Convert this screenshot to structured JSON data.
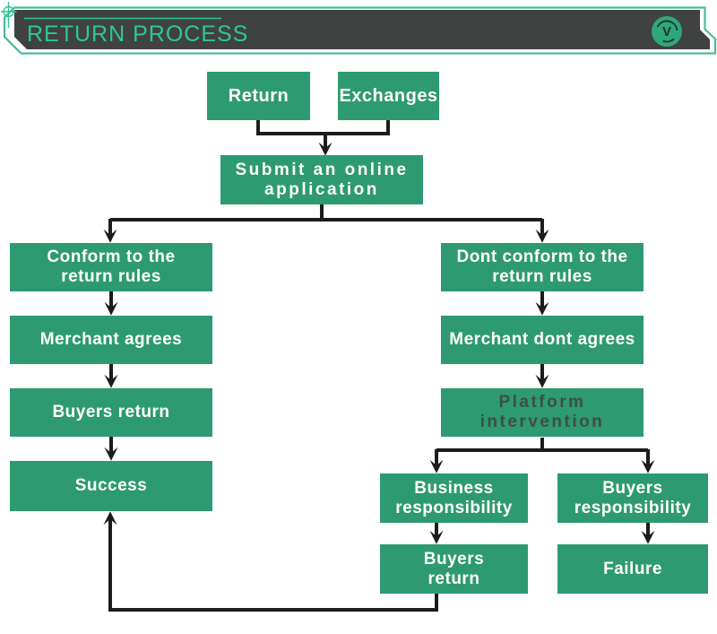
{
  "header": {
    "title": "RETURN PROCESS",
    "badge_letter": "V"
  },
  "theme": {
    "node_green": "#2E9A71",
    "header_bar": "#3F4241",
    "accent_green": "#2EC891",
    "border_green": "#49BD92",
    "line_color": "#1C1C1C",
    "node_text_color": "#FFFFFF",
    "platform_text_color": "#3D4F47"
  },
  "flowchart": {
    "nodes": [
      {
        "id": "return",
        "label": "Return"
      },
      {
        "id": "exchanges",
        "label": "Exchanges"
      },
      {
        "id": "submit-application",
        "label": "Submit an online\napplication"
      },
      {
        "id": "conform-rules",
        "label": "Conform to the\nreturn rules"
      },
      {
        "id": "merchant-agrees",
        "label": "Merchant agrees"
      },
      {
        "id": "buyers-return",
        "label": "Buyers return"
      },
      {
        "id": "success",
        "label": "Success"
      },
      {
        "id": "dont-conform-rules",
        "label": "Dont conform to the\nreturn rules"
      },
      {
        "id": "merchant-dont-agrees",
        "label": "Merchant dont agrees"
      },
      {
        "id": "platform-intervention",
        "label": "Platform\nintervention"
      },
      {
        "id": "business-responsibility",
        "label": "Business\nresponsibility"
      },
      {
        "id": "buyers-responsibility",
        "label": "Buyers\nresponsibility"
      },
      {
        "id": "buyers-return-2",
        "label": "Buyers\nreturn"
      },
      {
        "id": "failure",
        "label": "Failure"
      }
    ],
    "edges": [
      {
        "from": "return",
        "to": "submit-application"
      },
      {
        "from": "exchanges",
        "to": "submit-application"
      },
      {
        "from": "submit-application",
        "to": "conform-rules"
      },
      {
        "from": "submit-application",
        "to": "dont-conform-rules"
      },
      {
        "from": "conform-rules",
        "to": "merchant-agrees"
      },
      {
        "from": "merchant-agrees",
        "to": "buyers-return"
      },
      {
        "from": "buyers-return",
        "to": "success"
      },
      {
        "from": "dont-conform-rules",
        "to": "merchant-dont-agrees"
      },
      {
        "from": "merchant-dont-agrees",
        "to": "platform-intervention"
      },
      {
        "from": "platform-intervention",
        "to": "business-responsibility"
      },
      {
        "from": "platform-intervention",
        "to": "buyers-responsibility"
      },
      {
        "from": "business-responsibility",
        "to": "buyers-return-2"
      },
      {
        "from": "buyers-responsibility",
        "to": "failure"
      },
      {
        "from": "buyers-return-2",
        "to": "success"
      }
    ]
  }
}
